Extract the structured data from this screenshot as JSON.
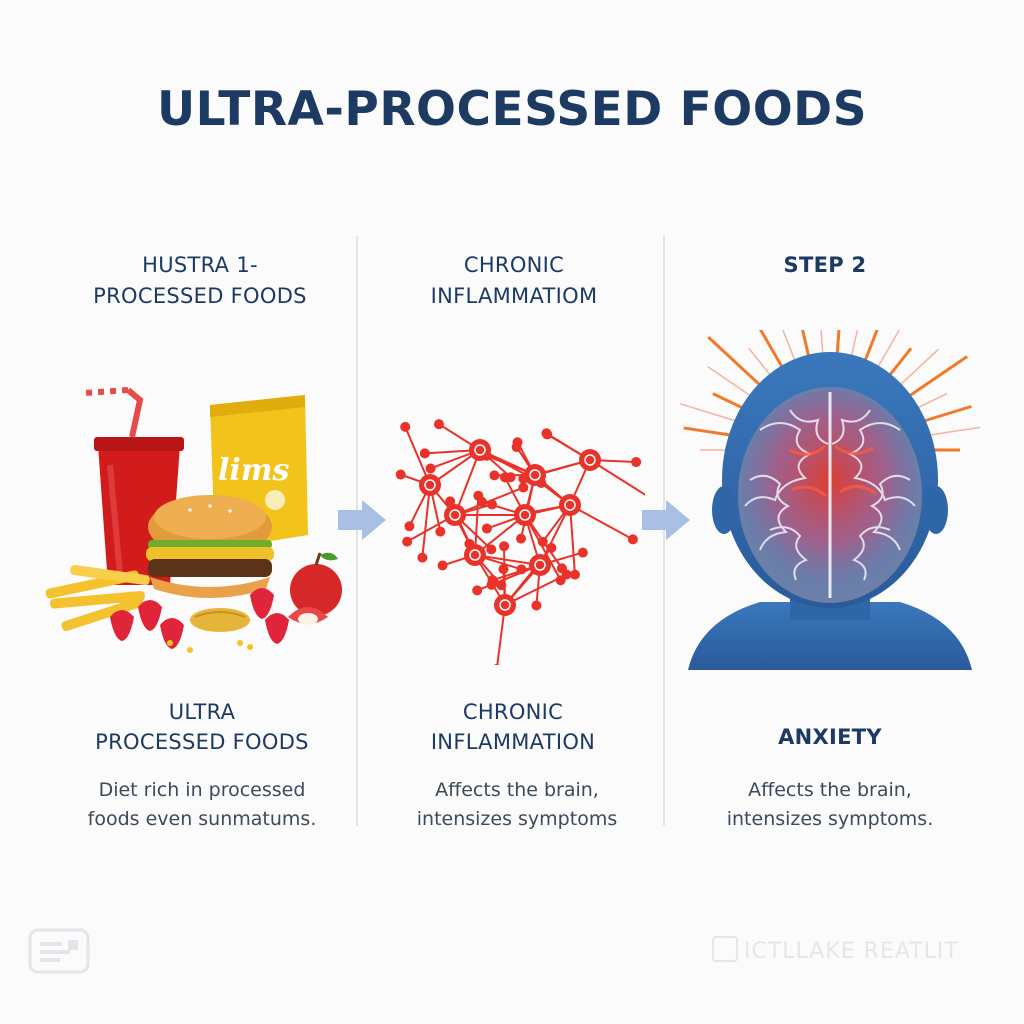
{
  "title": "ULTRA-PROCESSED FOODS",
  "columns": [
    {
      "heading": [
        "HUSTRA 1-",
        "PROCESSED FOODS"
      ],
      "label": [
        "ULTRA",
        "PROCESSED FOODS"
      ],
      "description": [
        "Diet rich in processed",
        "foods even sunmatums."
      ],
      "illustration": "processed-food",
      "package_text": "lims"
    },
    {
      "heading": [
        "CHRONIC",
        "INFLAMMATIOM"
      ],
      "label": [
        "CHRONIC",
        "INFLAMMATION"
      ],
      "description": [
        "Affects the brain,",
        "intensizes symptoms"
      ],
      "illustration": "inflammation-network"
    },
    {
      "heading": [
        "STEP 2"
      ],
      "label": [
        "ANXIETY"
      ],
      "description": [
        "Affects the brain,",
        "intensizes symptoms."
      ],
      "illustration": "brain-head"
    }
  ],
  "arrows": [
    "arrow-right-icon",
    "arrow-right-icon"
  ],
  "watermark": "ICTLLAKE REATLIT",
  "colors": {
    "title": "#1d3a63",
    "arrow": "#a9c0e4",
    "inflammation": "#e8322a",
    "head": "#2f6cb0",
    "brain_glow": "#e23a2a"
  }
}
